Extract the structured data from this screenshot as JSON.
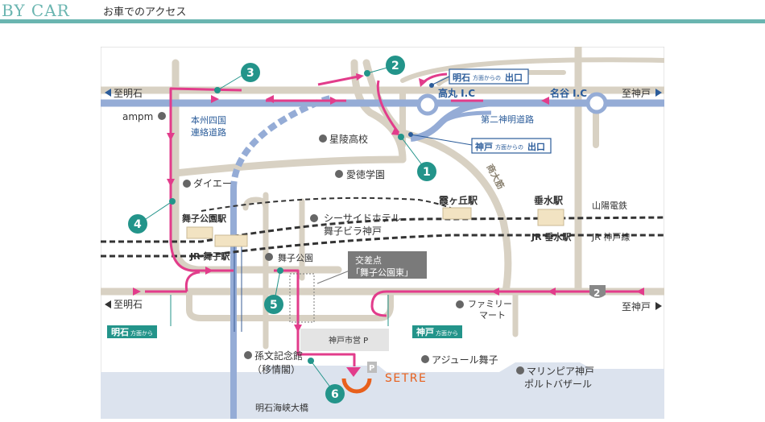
{
  "header": {
    "title": "BY CAR",
    "subtitle": "お車でのアクセス"
  },
  "colors": {
    "accent": "#6ab5b0",
    "route_pink": "#e23c8b",
    "expressway": "#95acd6",
    "road": "#d8d1c3",
    "sea": "#dce3ee",
    "label_blue": "#2b5c9a",
    "marker_teal": "#23948a",
    "setre_orange": "#e8601c"
  },
  "directions": {
    "to_akashi_top": "至明石",
    "to_kobe_top": "至神戸",
    "to_akashi_bottom": "至明石",
    "to_kobe_bottom": "至神戸"
  },
  "roads": {
    "honshu_shikoku_line1": "本州四国",
    "honshu_shikoku_line2": "連絡道路",
    "dai2_shinmei": "第二神明道路",
    "shodai_suji": "商大筋",
    "akashi_bridge": "明石海峡大橋"
  },
  "interchanges": {
    "takamaru": "高丸 I.C",
    "natani": "名谷 I.C"
  },
  "exit_labels": {
    "from_akashi_small": "明石",
    "from_akashi_suffix": "方面からの",
    "from_akashi_exit": "出口",
    "from_kobe_small": "神戸",
    "from_kobe_suffix": "方面からの",
    "from_kobe_exit": "出口"
  },
  "direction_tags": {
    "akashi_big": "明石",
    "akashi_small": "方面から",
    "kobe_big": "神戸",
    "kobe_small": "方面から"
  },
  "stations": {
    "maiko_koen": "舞子公園駅",
    "jr_maiko": "JR 舞子駅",
    "kasumigaoka": "霞ヶ丘駅",
    "tarumi": "垂水駅",
    "jr_tarumi": "JR 垂水駅"
  },
  "railways": {
    "sanyo": "山陽電鉄",
    "jr_kobe": "JR 神戸線"
  },
  "places": {
    "ampm": "ampm",
    "seiryo": "星陵高校",
    "daiei": "ダイエー",
    "aitoku": "愛徳学園",
    "seaside_line1": "シーサイドホテル",
    "seaside_line2": "舞子ビラ神戸",
    "maiko_koen": "舞子公園",
    "family_line1": "ファミリー",
    "family_line2": "マート",
    "sonbun_line1": "孫文記念館",
    "sonbun_line2": "（移情閣）",
    "azur": "アジュール舞子",
    "marinepia_line1": "マリンピア神戸",
    "marinepia_line2": "ポルトバザール",
    "parking": "神戸市営 P",
    "parking_icon": "P"
  },
  "callout": {
    "line1": "交差点",
    "line2": "「舞子公園東」"
  },
  "route_number": "2",
  "markers": [
    "1",
    "2",
    "3",
    "4",
    "5",
    "6"
  ],
  "logo": "SETRE"
}
